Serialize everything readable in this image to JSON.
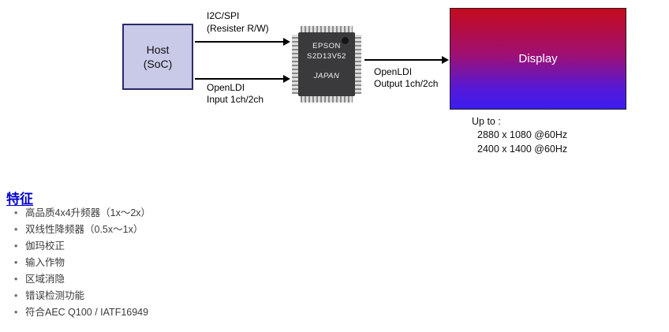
{
  "diagram": {
    "host": {
      "line1": "Host",
      "line2": "(SoC)"
    },
    "i2c_label": {
      "line1": "I2C/SPI",
      "line2": "(Resister R/W)"
    },
    "openldi_in": {
      "line1": "OpenLDI",
      "line2": "Input 1ch/2ch"
    },
    "chip": {
      "brand": "EPSON",
      "part": "S2D13V52",
      "origin": "JAPAN"
    },
    "openldi_out": {
      "line1": "OpenLDI",
      "line2": "Output 1ch/2ch"
    },
    "display": {
      "label": "Display"
    },
    "caption": {
      "line1": "Up to :",
      "line2": "2880 x 1080 @60Hz",
      "line3": "2400 x 1400 @60Hz"
    }
  },
  "features": {
    "heading": "特征",
    "items": [
      "高品质4x4升频器（1x～2x）",
      "双线性降频器（0.5x～1x）",
      "伽玛校正",
      "输入作物",
      "区域消隐",
      "错误检测功能",
      "符合AEC Q100 / IATF16949"
    ]
  },
  "colors": {
    "heading_blue": "#0000cc",
    "host_fill": "#c9c9e8",
    "host_border": "#2a2a6a",
    "display_gradient_top": "#c40b1e",
    "display_gradient_bottom": "#3c1df0"
  }
}
